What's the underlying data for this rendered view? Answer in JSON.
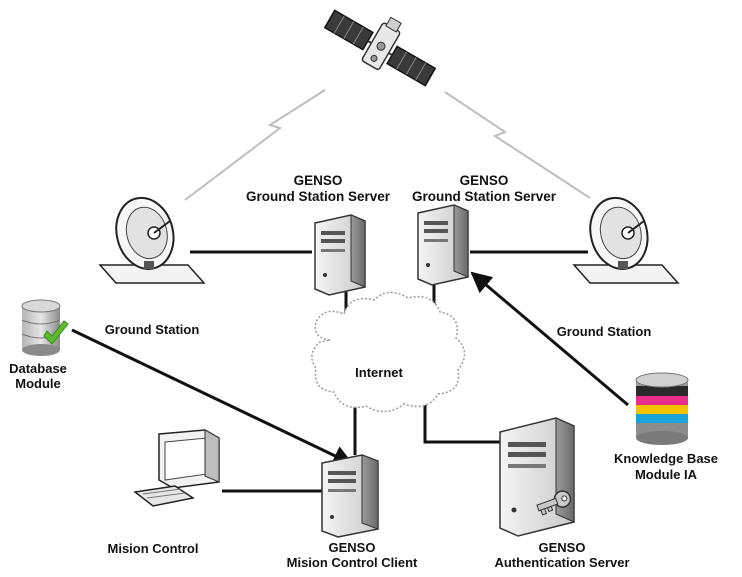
{
  "labels": {
    "genso_server_left_1": "GENSO",
    "genso_server_left_2": "Ground Station Server",
    "genso_server_right_1": "GENSO",
    "genso_server_right_2": "Ground Station Server",
    "ground_station_left": "Ground Station",
    "ground_station_right": "Ground Station",
    "database_1": "Database",
    "database_2": "Module",
    "internet": "Internet",
    "knowledge_1": "Knowledge Base",
    "knowledge_2": "Module IA",
    "mission_control": "Mision Control",
    "client_1": "GENSO",
    "client_2": "Mision Control Client",
    "auth_1": "GENSO",
    "auth_2": "Authentication Server"
  },
  "icons": {
    "satellite": "satellite-icon",
    "dish_left": "satellite-dish-icon",
    "dish_right": "satellite-dish-icon",
    "server_left": "server-tower-icon",
    "server_right": "server-tower-icon",
    "database": "database-check-icon",
    "knowledge_base": "database-colored-icon",
    "workstation": "computer-workstation-icon",
    "client_server": "server-tower-icon",
    "auth_server": "server-key-icon",
    "cloud": "cloud-icon"
  },
  "colors": {
    "line": "#111111",
    "check": "#5dbb2c",
    "kb_stripes": [
      "#2a2a2a",
      "#e62e8a",
      "#f2c200",
      "#1aa3d9",
      "#8c8c8c"
    ]
  }
}
